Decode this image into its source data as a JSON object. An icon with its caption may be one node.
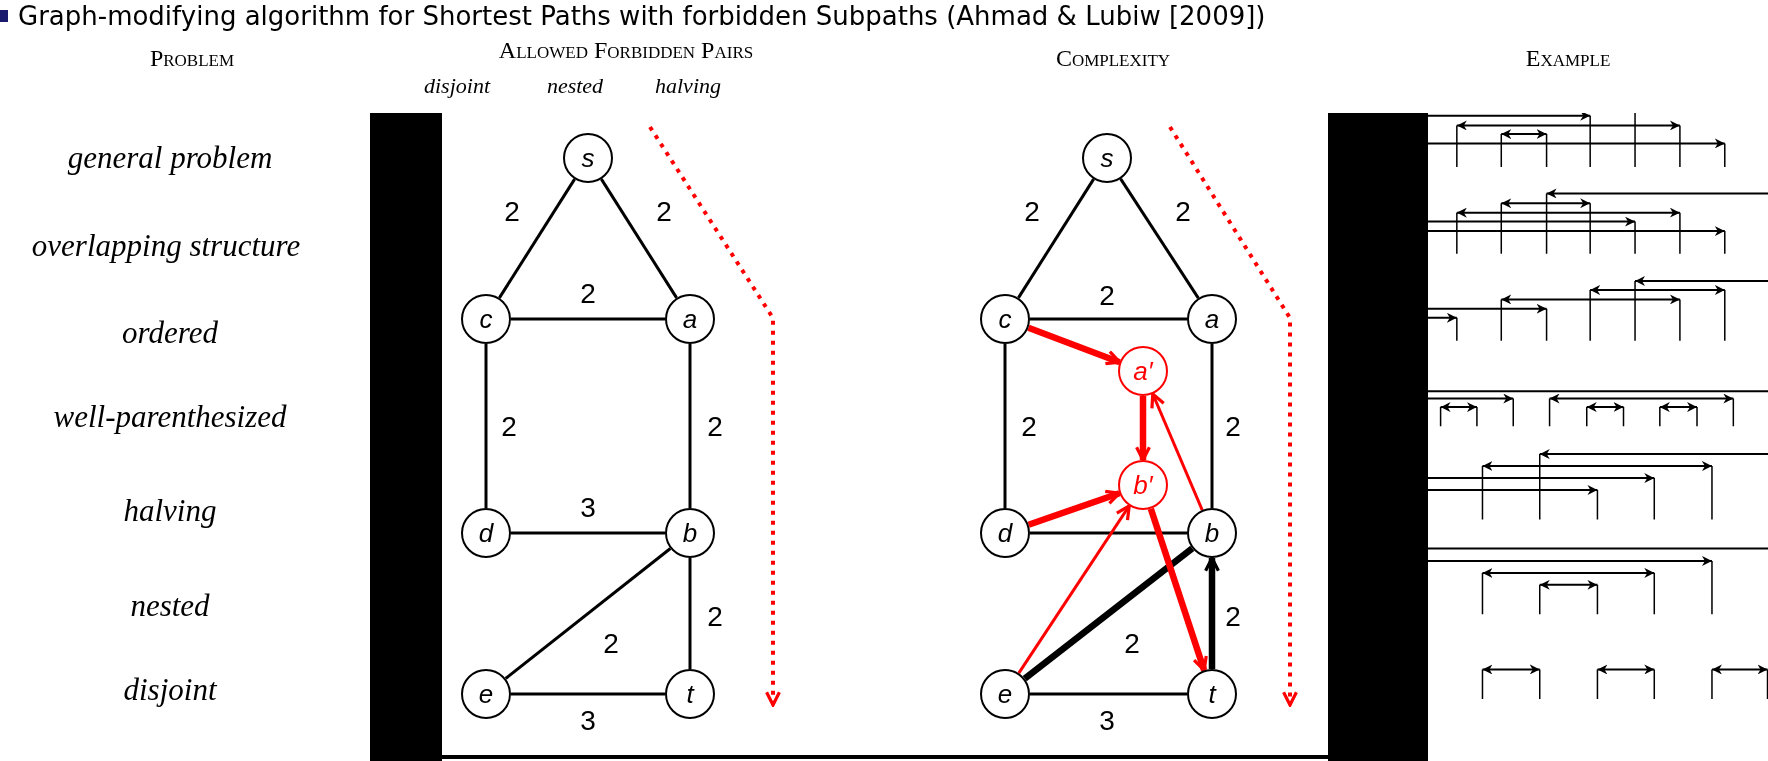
{
  "diagram": {
    "title": "Graph-modifying algorithm for Shortest Paths with forbidden Subpaths (Ahmad & Lubiw [2009])",
    "nodes": [
      {
        "text": [
          "s"
        ]
      },
      {
        "text": [
          "c"
        ]
      },
      {
        "text": [
          "a"
        ]
      },
      {
        "text": [
          "d"
        ]
      },
      {
        "text": [
          "b"
        ]
      },
      {
        "text": [
          "e"
        ]
      },
      {
        "text": [
          "t"
        ]
      },
      {
        "text": [
          "s"
        ]
      },
      {
        "text": [
          "c"
        ]
      },
      {
        "text": [
          "a"
        ]
      },
      {
        "text": [
          "a′"
        ]
      },
      {
        "text": [
          "b′"
        ]
      },
      {
        "text": [
          "d"
        ]
      },
      {
        "text": [
          "b"
        ]
      },
      {
        "text": [
          "e"
        ]
      },
      {
        "text": [
          "t"
        ]
      }
    ],
    "edges": [
      {
        "from": 0,
        "to": 1,
        "arrow": "none",
        "label": "2"
      },
      {
        "from": 0,
        "to": 2,
        "arrow": "none",
        "label": "2"
      },
      {
        "from": 1,
        "to": 2,
        "arrow": "none",
        "label": "2"
      },
      {
        "from": 1,
        "to": 3,
        "arrow": "none",
        "label": "2"
      },
      {
        "from": 2,
        "to": 4,
        "arrow": "none",
        "label": "2"
      },
      {
        "from": 3,
        "to": 4,
        "arrow": "none",
        "label": "3"
      },
      {
        "from": 4,
        "to": 5,
        "arrow": "none",
        "label": "2"
      },
      {
        "from": 4,
        "to": 6,
        "arrow": "none",
        "label": "2"
      },
      {
        "from": 5,
        "to": 6,
        "arrow": "none",
        "label": "3"
      },
      {
        "from": 7,
        "to": 8,
        "arrow": "none",
        "label": "2"
      },
      {
        "from": 7,
        "to": 9,
        "arrow": "none",
        "label": "2"
      },
      {
        "from": 8,
        "to": 9,
        "arrow": "none",
        "label": "2"
      },
      {
        "from": 8,
        "to": 12,
        "arrow": "none",
        "label": "2"
      },
      {
        "from": 9,
        "to": 13,
        "arrow": "none",
        "label": "2"
      },
      {
        "from": 12,
        "to": 13,
        "arrow": "none"
      },
      {
        "from": 13,
        "to": 14,
        "arrow": "none",
        "label": "2",
        "style": "thick"
      },
      {
        "from": 15,
        "to": 13,
        "arrow": "to",
        "label": "2",
        "style": "thick"
      },
      {
        "from": 14,
        "to": 15,
        "arrow": "none",
        "label": "3"
      },
      {
        "from": 8,
        "to": 10,
        "arrow": "to",
        "style": "thick",
        "color": "#ff0000"
      },
      {
        "from": 10,
        "to": 11,
        "arrow": "to",
        "style": "thick",
        "color": "#ff0000"
      },
      {
        "from": 12,
        "to": 11,
        "arrow": "to",
        "style": "thick",
        "color": "#ff0000"
      },
      {
        "from": 11,
        "to": 15,
        "arrow": "to",
        "style": "thick",
        "color": "#ff0000"
      },
      {
        "from": 13,
        "to": 10,
        "arrow": "to",
        "color": "#ff0000"
      },
      {
        "from": 14,
        "to": 11,
        "arrow": "to",
        "color": "#ff0000"
      }
    ],
    "labels": [
      "Problem",
      "Allowed Forbidden Pairs",
      "Complexity",
      "Example",
      "disjoint",
      "nested",
      "halving",
      "general problem",
      "overlapping structure",
      "ordered",
      "well-parenthesized",
      "halving",
      "nested",
      "disjoint"
    ]
  }
}
